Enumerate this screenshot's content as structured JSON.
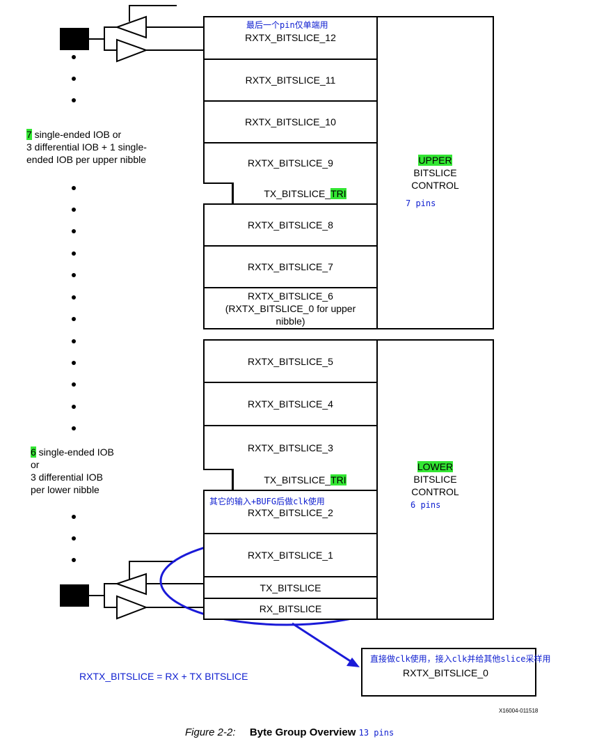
{
  "upper": {
    "annotation": "最后一个pin仅单端用",
    "slices": [
      "RXTX_BITSLICE_12",
      "RXTX_BITSLICE_11",
      "RXTX_BITSLICE_10",
      "RXTX_BITSLICE_9"
    ],
    "tri_prefix": "TX_BITSLICE_",
    "tri_suffix": "TRI",
    "slices_lower": [
      "RXTX_BITSLICE_8",
      "RXTX_BITSLICE_7"
    ],
    "slice6": "RXTX_BITSLICE_6\n(RXTX_BITSLICE_0 for upper nibble)",
    "control_hl": "UPPER",
    "control_line1": "BITSLICE",
    "control_line2": "CONTROL",
    "pins_note": "7 pins"
  },
  "lower": {
    "slices": [
      "RXTX_BITSLICE_5",
      "RXTX_BITSLICE_4",
      "RXTX_BITSLICE_3"
    ],
    "tri_prefix": "TX_BITSLICE_",
    "tri_suffix": "TRI",
    "slice2": "RXTX_BITSLICE_2",
    "slice2_note": "其它的输入+BUFG后做clk使用",
    "slice1": "RXTX_BITSLICE_1",
    "tx": "TX_BITSLICE",
    "rx": "RX_BITSLICE",
    "control_hl": "LOWER",
    "control_line1": "BITSLICE",
    "control_line2": "CONTROL",
    "pins_note": "6 pins"
  },
  "left_text": {
    "upper_num": "7",
    "upper_rest": " single-ended IOB or\n3 differential IOB + 1 single-\nended IOB per upper nibble",
    "lower_num": "6",
    "lower_rest": " single-ended IOB\nor\n3 differential IOB\nper lower nibble"
  },
  "callout": {
    "note": "直接做clk使用，接入clk并给其他slice采样用",
    "label": "RXTX_BITSLICE_0"
  },
  "equation_note": "RXTX_BITSLICE = RX + TX BITSLICE",
  "figure_id": "X16004-011518",
  "caption": {
    "figure": "Figure 2-2:",
    "title": "Byte Group Overview",
    "pins_note": "13 pins"
  }
}
